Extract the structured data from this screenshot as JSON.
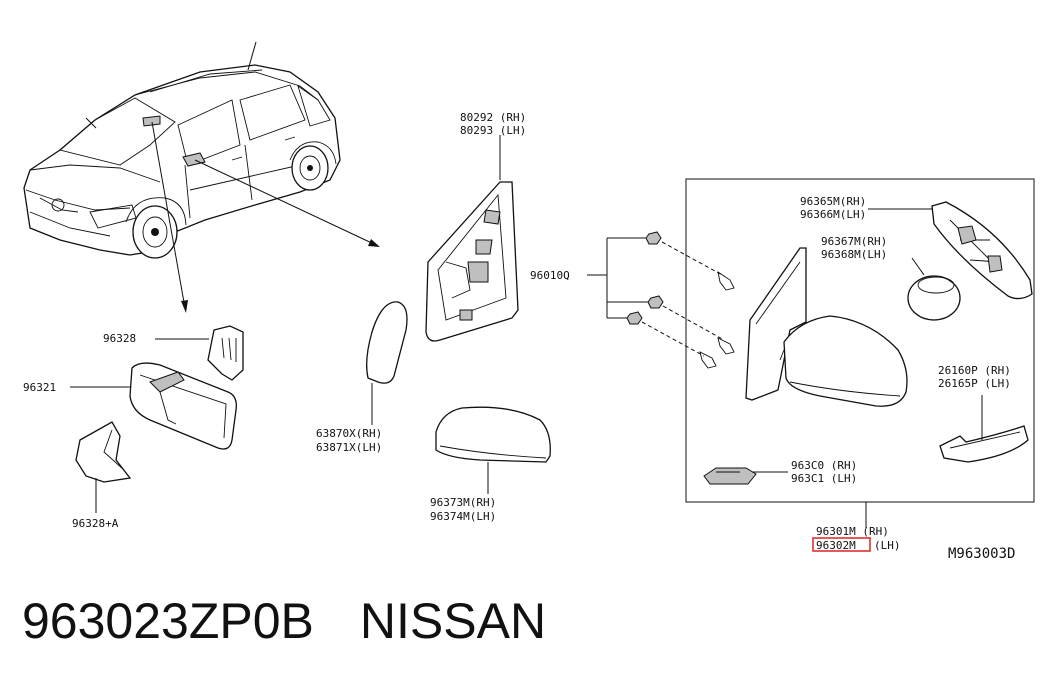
{
  "parts": {
    "p80292": "80292 (RH)",
    "p80293": "80293 (LH)",
    "p96010": "96010Q",
    "p96365": "96365M(RH)",
    "p96366": "96366M(LH)",
    "p96367": "96367M(RH)",
    "p96368": "96368M(LH)",
    "p96328": "96328",
    "p96321": "96321",
    "p96328a": "96328+A",
    "p63870": "63870X(RH)",
    "p63871": "63871X(LH)",
    "p96373": "96373M(RH)",
    "p96374": "96374M(LH)",
    "p26160": "26160P (RH)",
    "p26165": "26165P (LH)",
    "p963c0": "963C0 (RH)",
    "p963c1": "963C1 (LH)",
    "p96301": "96301M (RH)",
    "p96302": "96302M",
    "p96302lh": "(LH)"
  },
  "diagram_code": "M963003D",
  "highlight_color": "#e03030",
  "footer": {
    "part_number": "963023ZP0B",
    "brand": "NISSAN"
  }
}
